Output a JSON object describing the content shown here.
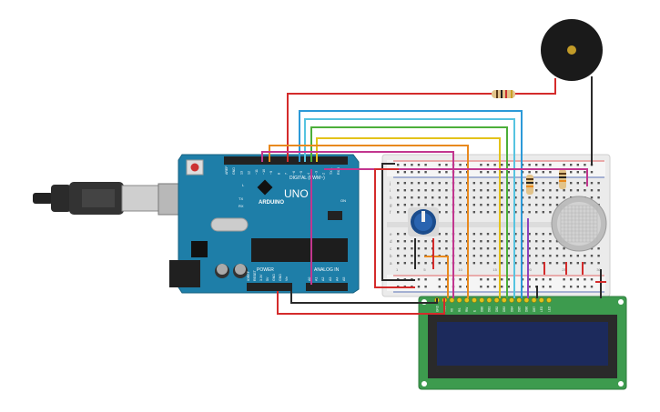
{
  "arduino": {
    "brand": "ARDUINO",
    "model": "UNO",
    "digital_label": "DIGITAL (PWM~)",
    "power_label": "POWER",
    "analog_label": "ANALOG IN",
    "tx_label": "TX",
    "rx_label": "RX",
    "l_label": "L",
    "on_label": "ON",
    "digital_pins": [
      "AREF",
      "GND",
      "13",
      "12",
      "~11",
      "~10",
      "~9",
      "8",
      "7",
      "~6",
      "~5",
      "4",
      "~3",
      "2",
      "TX 1",
      "RX 0"
    ],
    "power_pins": [
      "IOREF",
      "RESET",
      "3.3V",
      "5V",
      "GND",
      "GND",
      "Vin"
    ],
    "analog_pins": [
      "A0",
      "A1",
      "A2",
      "A3",
      "A4",
      "A5"
    ]
  },
  "breadboard": {
    "row_letters_top": [
      "j",
      "i",
      "h",
      "g",
      "f"
    ],
    "row_letters_bottom": [
      "e",
      "d",
      "c",
      "b",
      "a"
    ],
    "column_numbers": [
      "1",
      "5",
      "10",
      "15",
      "20",
      "25",
      "30"
    ]
  },
  "lcd": {
    "pins": [
      "GND",
      "VCC",
      "V0",
      "RS",
      "RW",
      "E",
      "DB0",
      "DB1",
      "DB2",
      "DB3",
      "DB4",
      "DB5",
      "DB6",
      "DB7",
      "LED",
      "LED"
    ]
  },
  "colors": {
    "board": "#1e7ea8",
    "red": "#d42b2b",
    "black": "#2a2a2a",
    "orange": "#e8891e",
    "yellow": "#e3c21a",
    "green": "#4caf3a",
    "cyan": "#56c4e0",
    "blue": "#2c9ad8",
    "purple": "#8a43c0",
    "magenta": "#c2368f",
    "lcd_pcb": "#3d9b4e",
    "lcd_screen": "#1c2a5c"
  }
}
